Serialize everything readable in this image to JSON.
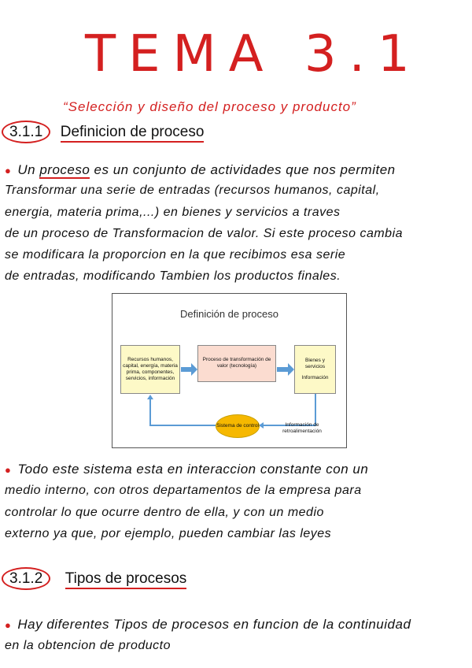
{
  "title": "TEMA 3.1",
  "subtitle": "“Selección y diseño del proceso y producto”",
  "section1": {
    "number": "3.1.1",
    "heading": "Definicion de proceso"
  },
  "paragraph1": {
    "underlined_word": "proceso",
    "lines": [
      "Un",
      "es un conjunto de actividades que nos permiten",
      "Transformar una serie de entradas (recursos humanos, capital,",
      "energia, materia prima,...) en bienes y servicios a traves",
      "de un proceso de Transformacion de valor. Si este proceso cambia",
      "se modificara la proporcion en la que recibimos esa serie",
      "de entradas, modificando Tambien los productos finales."
    ]
  },
  "diagram": {
    "title": "Definición de proceso",
    "inputs": "Recursos humanos, capital, energía, materia prima, componentes, servicios, información",
    "process": "Proceso de transformación de valor (tecnología)",
    "outputs_1": "Bienes y servicios",
    "outputs_2": "Información",
    "control": "Sistema de control",
    "feedback": "Información de retroalimentación",
    "colors": {
      "input_box": "#fdf9c7",
      "process_box": "#fbdcd0",
      "control": "#f6b800",
      "arrows": "#5b9bd5"
    }
  },
  "paragraph2": {
    "lines": [
      "Todo este sistema esta en interaccion constante con un",
      "medio interno, con otros departamentos de la empresa para",
      "controlar lo que ocurre dentro de ella, y con un medio",
      "externo ya que, por ejemplo, pueden cambiar las leyes"
    ]
  },
  "section2": {
    "number": "3.1.2",
    "heading": "Tipos de procesos"
  },
  "paragraph3": {
    "lines": [
      "Hay diferentes Tipos de procesos en funcion de la continuidad",
      "en la obtencion de producto"
    ]
  },
  "accent_color": "#d42020"
}
